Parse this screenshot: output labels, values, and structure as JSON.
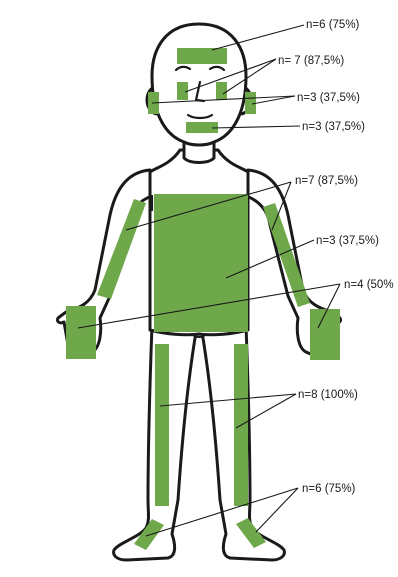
{
  "colors": {
    "highlight": "#6fa84a",
    "outline": "#1a1a1a",
    "background": "#ffffff"
  },
  "regions": [
    {
      "id": "forehead",
      "label": "n=6 (75%)"
    },
    {
      "id": "eyes",
      "label": "n= 7 (87,5%)"
    },
    {
      "id": "ears",
      "label": "n=3 (37,5%)"
    },
    {
      "id": "chin",
      "label": "n=3 (37,5%)"
    },
    {
      "id": "arms",
      "label": "n=7 (87,5%)"
    },
    {
      "id": "trunk",
      "label": "n=3 (37,5%)"
    },
    {
      "id": "hands",
      "label": "n=4 (50%"
    },
    {
      "id": "legs",
      "label": "n=8 (100%)"
    },
    {
      "id": "feet",
      "label": "n=6 (75%)"
    }
  ]
}
